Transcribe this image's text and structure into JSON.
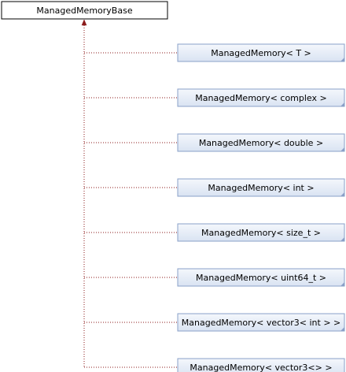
{
  "diagram": {
    "base": {
      "label": "ManagedMemoryBase"
    },
    "derived": [
      {
        "label": "ManagedMemory< T >"
      },
      {
        "label": "ManagedMemory< complex >"
      },
      {
        "label": "ManagedMemory< double >"
      },
      {
        "label": "ManagedMemory< int >"
      },
      {
        "label": "ManagedMemory< size_t >"
      },
      {
        "label": "ManagedMemory< uint64_t >"
      },
      {
        "label": "ManagedMemory< vector3< int > >"
      },
      {
        "label": "ManagedMemory< vector3<> >"
      }
    ],
    "colors": {
      "base_fill": "#ffffff",
      "base_border": "#000000",
      "derived_fill_top": "#eef3fa",
      "derived_fill_bottom": "#dbe5f3",
      "derived_border": "#8aa0c8",
      "edge": "#8b1a1a"
    }
  }
}
